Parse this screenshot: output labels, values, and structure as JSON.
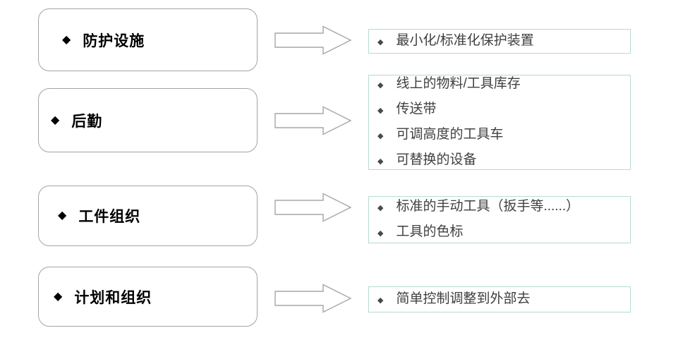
{
  "diagram": {
    "bullet_glyph": "◆",
    "rows": [
      {
        "left_label": "防护设施",
        "right_items": [
          "最小化/标准化保护装置"
        ]
      },
      {
        "left_label": "后勤",
        "right_items": [
          "线上的物料/工具库存",
          "传送带",
          "可调高度的工具车",
          "可替换的设备"
        ]
      },
      {
        "left_label": "工件组织",
        "right_items": [
          "标准的手动工具（扳手等......）",
          "工具的色标"
        ]
      },
      {
        "left_label": "计划和组织",
        "right_items": [
          "简单控制调整到外部去"
        ]
      }
    ]
  },
  "colors": {
    "left_box_border": "#a3a3a3",
    "right_box_border": "#b4dcd0",
    "arrow_stroke": "#a6a6a6",
    "left_text": "#000000",
    "right_text": "#3f3f3f",
    "right_bullet": "#4a4a4a",
    "canvas_bg": "#ffffff"
  }
}
